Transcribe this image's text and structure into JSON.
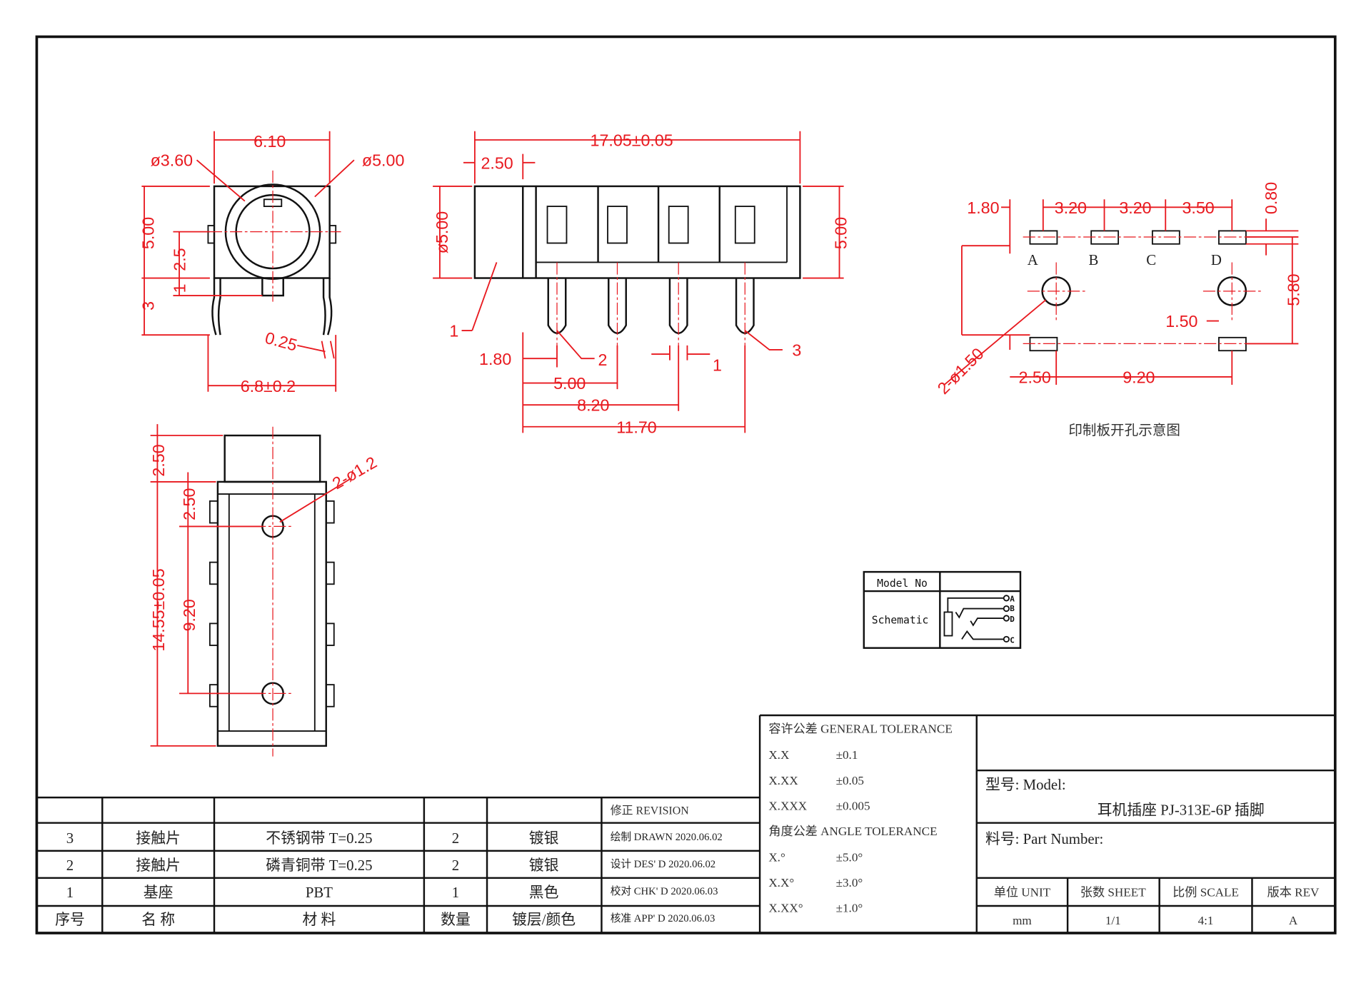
{
  "front_view": {
    "top_width": "6.10",
    "inner_dia": "ø3.60",
    "outer_dia": "ø5.00",
    "height": "5.00",
    "center": "2.5",
    "pin": "1",
    "leg": "3",
    "thickness": "0.25",
    "bottom_width": "6.8±0.2"
  },
  "side_view": {
    "length": "17.05±0.05",
    "offset": "2.50",
    "dia": "ø5.00",
    "height": "5.00",
    "callout_1": "1",
    "callout_2": "2",
    "callout_3": "3",
    "pin_offset": "1.80",
    "pin_width": "1",
    "d1": "5.00",
    "d2": "8.20",
    "d3": "11.70"
  },
  "bottom_view": {
    "top": "2.50",
    "hole_offset": "2.50",
    "length": "14.55±0.05",
    "hole_pitch": "9.20",
    "holes": "2-ø1.2"
  },
  "pcb_layout": {
    "d1": "1.80",
    "d2": "3.20",
    "d3": "3.20",
    "d4": "3.50",
    "pad_h": "0.80",
    "vert": "5.80",
    "side": "1.50",
    "holes": "2-ø1.50",
    "x1": "2.50",
    "x2": "9.20",
    "pads": [
      "A",
      "B",
      "C",
      "D"
    ],
    "caption": "印制板开孔示意图"
  },
  "model_box": {
    "model_no": "Model No",
    "schematic": "Schematic",
    "terminals": [
      "A",
      "B",
      "D",
      "C"
    ]
  },
  "tolerance": {
    "title": "容许公差 GENERAL TOLERANCE",
    "rows": [
      [
        "X.X",
        "±0.1"
      ],
      [
        "X.XX",
        "±0.05"
      ],
      [
        "X.XXX",
        "±0.005"
      ]
    ],
    "angle_title": "角度公差  ANGLE TOLERANCE",
    "angle_rows": [
      [
        "X.°",
        "±5.0°"
      ],
      [
        "X.X°",
        "±3.0°"
      ],
      [
        "X.XX°",
        "±1.0°"
      ]
    ]
  },
  "title_block": {
    "model_label": "型号: Model:",
    "model_value": "耳机插座 PJ-313E-6P 插脚",
    "part_label": "料号: Part Number:",
    "headers": [
      "单位 UNIT",
      "张数 SHEET",
      "比例 SCALE",
      "版本 REV"
    ],
    "values": [
      "mm",
      "1/1",
      "4:1",
      "A"
    ]
  },
  "bom": {
    "revision": "修正 REVISION",
    "rows": [
      [
        "3",
        "接触片",
        "不锈钢带 T=0.25",
        "2",
        "镀银",
        "绘制 DRAWN  2020.06.02"
      ],
      [
        "2",
        "接触片",
        "磷青铜带 T=0.25",
        "2",
        "镀银",
        "设计 DES' D 2020.06.02"
      ],
      [
        "1",
        "基座",
        "PBT",
        "1",
        "黑色",
        "校对 CHK' D 2020.06.03"
      ]
    ],
    "headers": [
      "序号",
      "名 称",
      "材  料",
      "数量",
      "镀层/颜色",
      "核准 APP' D 2020.06.03"
    ]
  }
}
